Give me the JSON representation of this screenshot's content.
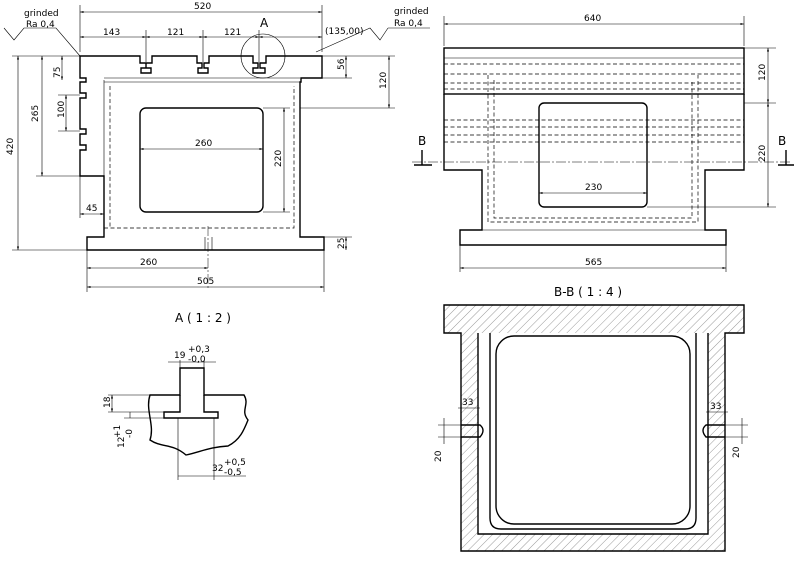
{
  "front_view": {
    "overall_width": "520",
    "slot_spacing": [
      "143",
      "121",
      "121"
    ],
    "right_offset": "(135,00)",
    "detail_mark": "A",
    "surface_left": {
      "note": "grinded",
      "roughness": "Ra 0,4"
    },
    "surface_right": {
      "note": "grinded",
      "roughness": "Ra 0,4"
    },
    "dim_75": "75",
    "dim_100": "100",
    "dim_265": "265",
    "dim_420": "420",
    "dim_56": "56",
    "dim_120": "120",
    "dim_260_inner": "260",
    "dim_220": "220",
    "dim_45": "45",
    "dim_25": "25",
    "dim_260_bottom": "260",
    "dim_505": "505"
  },
  "side_view": {
    "overall_width": "640",
    "dim_120": "120",
    "dim_220": "220",
    "dim_230": "230",
    "dim_565": "565",
    "section_mark_left": "B",
    "section_mark_right": "B"
  },
  "detail_a": {
    "title": "A ( 1 : 2 )",
    "slot_width": "19",
    "slot_width_tol_upper": "+0,3",
    "slot_width_tol_lower": "-0,0",
    "depth": "18",
    "neck": "12",
    "neck_tol_upper": "+1",
    "neck_tol_lower": "-0",
    "base_width": "32",
    "base_tol_upper": "+0,5",
    "base_tol_lower": "-0,5"
  },
  "section_bb": {
    "title": "B-B ( 1 : 4 )",
    "left_depth": "33",
    "right_depth": "33",
    "left_height": "20",
    "right_height": "20"
  }
}
